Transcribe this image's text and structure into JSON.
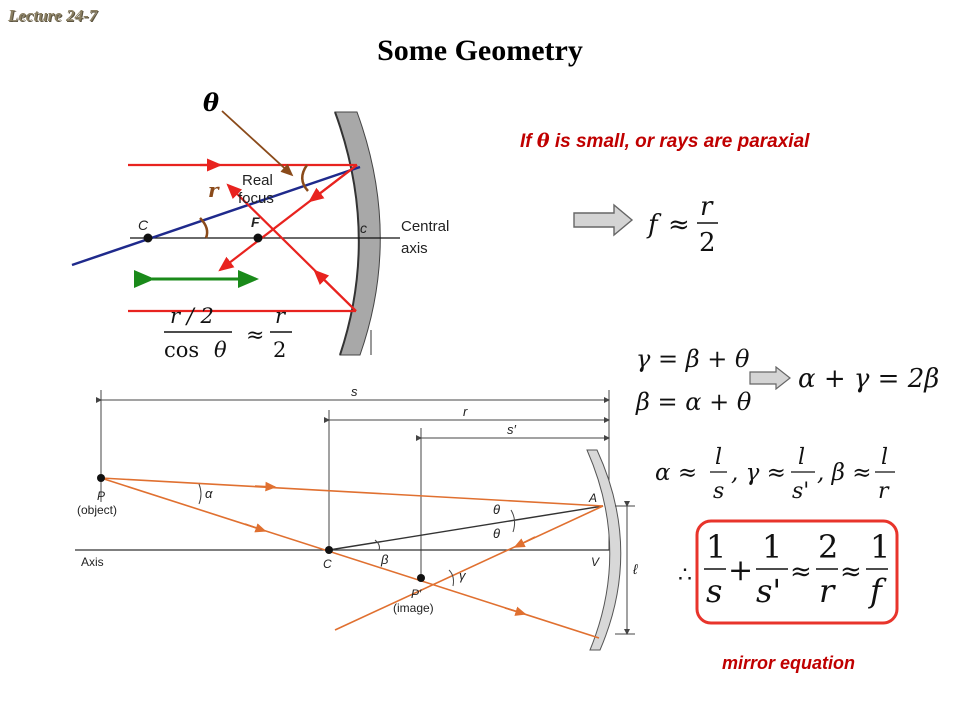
{
  "header": {
    "lecture": "Lecture 24-7",
    "title": "Some Geometry"
  },
  "top_figure": {
    "theta": "θ",
    "r": "r",
    "real_focus_line1": "Real",
    "real_focus_line2": "focus",
    "point_c_center": "C",
    "point_f": "F",
    "point_c_vertex": "c",
    "central_axis_line1": "Central",
    "central_axis_line2": "axis",
    "eq_num": "r / 2",
    "eq_den": "cos",
    "eq_den_theta": "θ",
    "eq_approx": "≈",
    "eq_r": "r",
    "eq_2": "2"
  },
  "condition": {
    "prefix": "If ",
    "theta": "θ",
    "suffix": " is small, or rays are paraxial"
  },
  "focal_relation": {
    "f": "f",
    "approx": "≈",
    "num": "r",
    "den": "2"
  },
  "angle_equations": {
    "gamma_eq": "γ = β + θ",
    "beta_eq": "β = α + θ",
    "result": "α + γ = 2β"
  },
  "small_angle": {
    "a_lhs": "α ≈",
    "a_num": "l",
    "a_den": "s",
    "g_lhs": ", γ ≈",
    "g_num": "l",
    "g_den": "s'",
    "b_lhs": ", β ≈",
    "b_num": "l",
    "b_den": "r"
  },
  "mirror_eq": {
    "therefore": "∴",
    "one": "1",
    "s": "s",
    "plus": "+",
    "sp": "s'",
    "approx": "≈",
    "two": "2",
    "r": "r",
    "f": "f",
    "border_color": "#e8342b"
  },
  "bottom_figure": {
    "s": "s",
    "r": "r",
    "sprime": "s′",
    "p": "P",
    "object": "(object)",
    "axis": "Axis",
    "c": "C",
    "pprime": "P′",
    "image": "(image)",
    "a": "A",
    "v": "V",
    "ell": "ℓ",
    "alpha": "α",
    "beta": "β",
    "gamma": "γ",
    "theta1": "θ",
    "theta2": "θ"
  },
  "caption": "mirror equation",
  "colors": {
    "ray_red": "#e8231f",
    "ray_blue": "#1f2a8c",
    "ray_orange": "#e07030",
    "arrow_green": "#1a8a1a",
    "caption": "#c00000"
  }
}
